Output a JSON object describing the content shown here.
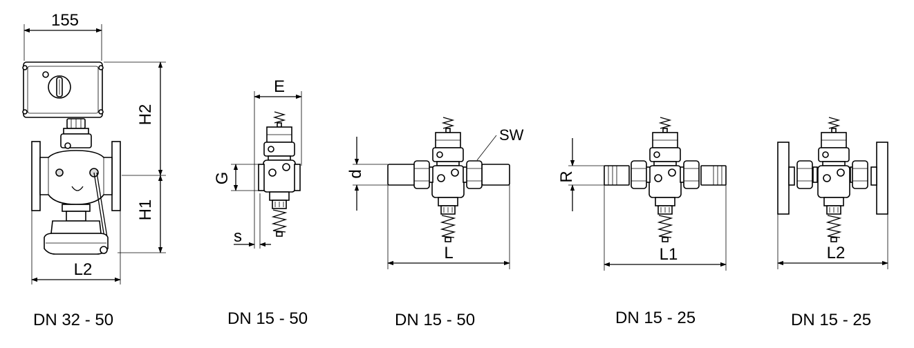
{
  "diagrams": [
    {
      "dimensions": {
        "width": "155",
        "h2": "H2",
        "h1": "H1",
        "length": "L2"
      },
      "caption": "DN 32 - 50"
    },
    {
      "dimensions": {
        "e": "E",
        "g": "G",
        "s": "s"
      },
      "caption": "DN 15 - 50"
    },
    {
      "dimensions": {
        "d": "d",
        "sw": "SW",
        "length": "L"
      },
      "caption": "DN 15 - 50"
    },
    {
      "dimensions": {
        "r": "R",
        "length": "L1"
      },
      "caption": "DN 15 - 25"
    },
    {
      "dimensions": {
        "length": "L2"
      },
      "caption": "DN 15 - 25"
    }
  ]
}
